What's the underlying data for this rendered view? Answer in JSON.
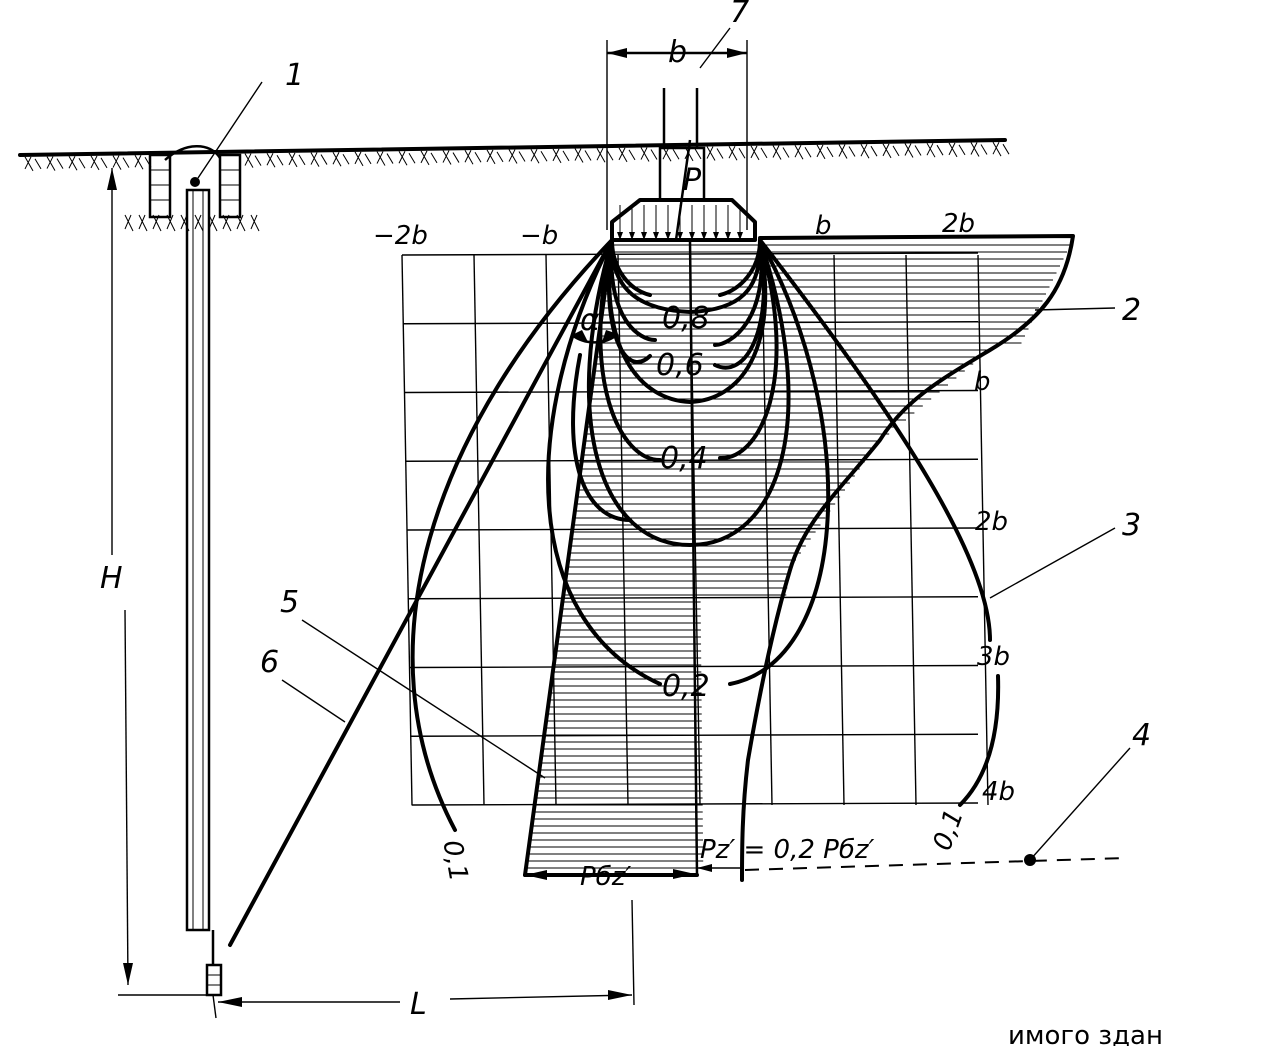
{
  "figure": {
    "callouts": [
      "1",
      "2",
      "3",
      "4",
      "5",
      "6",
      "7"
    ],
    "top_axis": {
      "neg_2b": "−2b",
      "neg_b": "−b",
      "pos_b": "b",
      "pos_2b": "2b"
    },
    "right_axis": {
      "b": "b",
      "two_b": "2b",
      "three_b": "3b",
      "four_b": "4b"
    },
    "isobars": {
      "v08": "0,8",
      "v06": "0,6",
      "v04": "0,4",
      "v02": "0,2",
      "v01_right": "0,1",
      "v01_left": "0,1"
    },
    "symbols": {
      "width_b": "b",
      "load_p": "P",
      "alpha": "α",
      "depth_h": "H",
      "distance_l": "L",
      "p_bz": "Pбz′",
      "pz_relation": "Pz′ = 0,2 Pбz′"
    },
    "footer_text": "имого здан"
  }
}
